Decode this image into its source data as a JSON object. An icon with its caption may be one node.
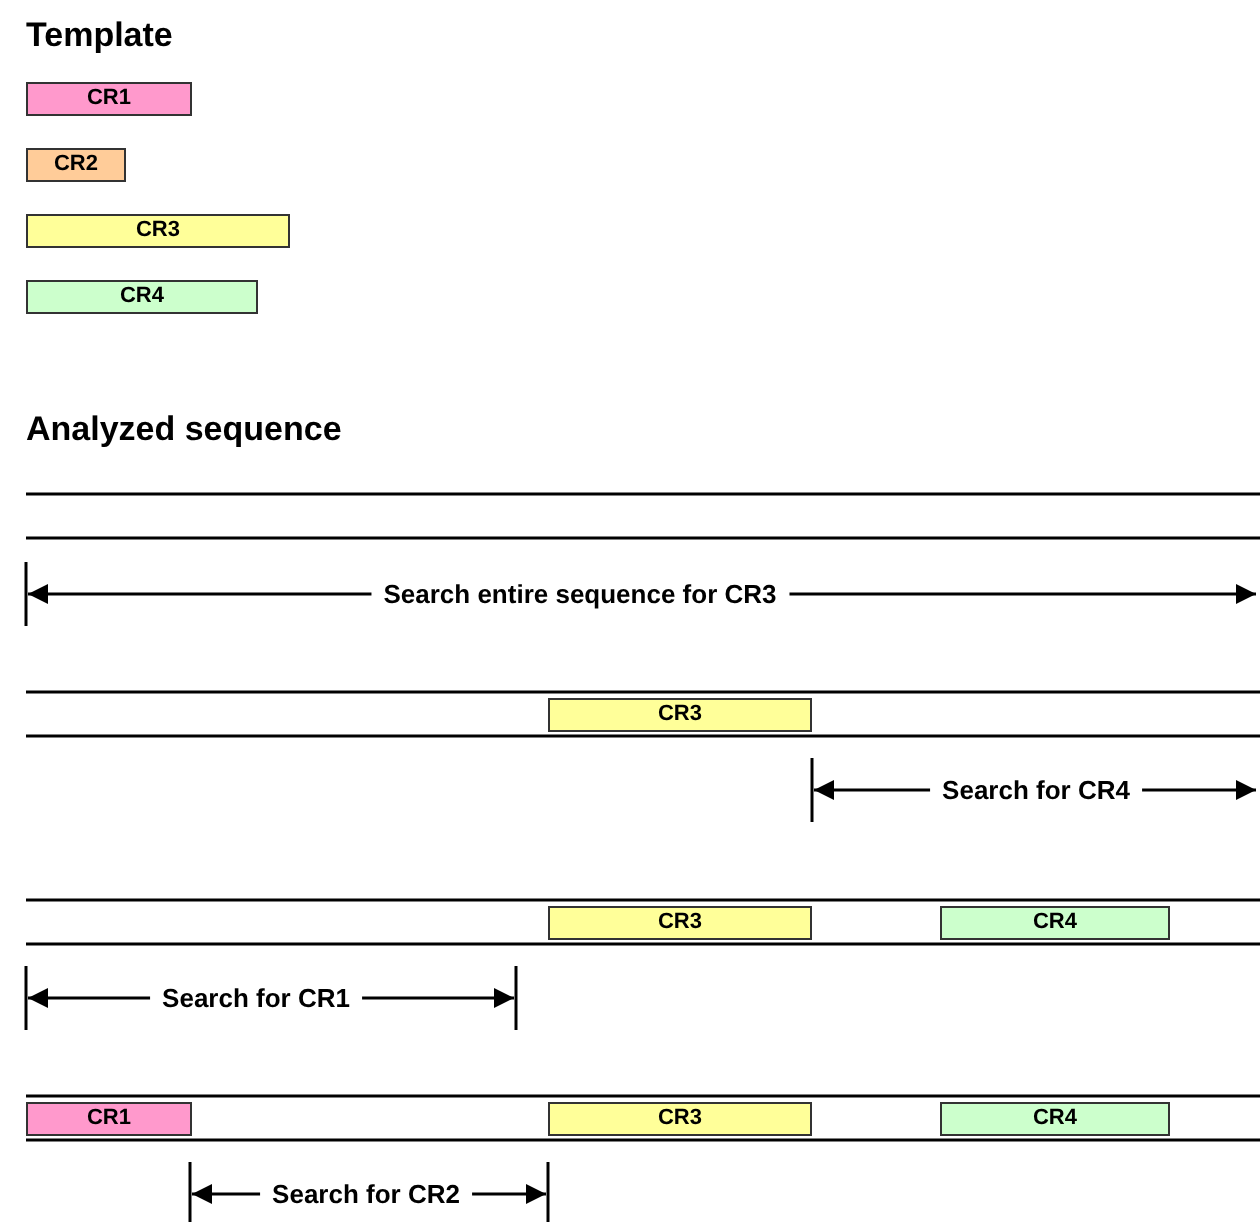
{
  "diagram": {
    "nodes": [
      {
        "text": [
          "CR1"
        ]
      },
      {
        "text": [
          "CR2"
        ]
      },
      {
        "text": [
          "CR3"
        ]
      },
      {
        "text": [
          "CR4"
        ]
      },
      {
        "text": [
          "CR3"
        ]
      },
      {
        "text": [
          "CR3"
        ]
      },
      {
        "text": [
          "CR4"
        ]
      },
      {
        "text": [
          "CR1"
        ]
      },
      {
        "text": [
          "CR3"
        ]
      },
      {
        "text": [
          "CR4"
        ]
      }
    ],
    "labels": [
      "Template",
      "Analyzed sequence",
      "Search entire sequence for CR3",
      "Search for CR4",
      "Search for CR1",
      "Search for CR2"
    ]
  }
}
